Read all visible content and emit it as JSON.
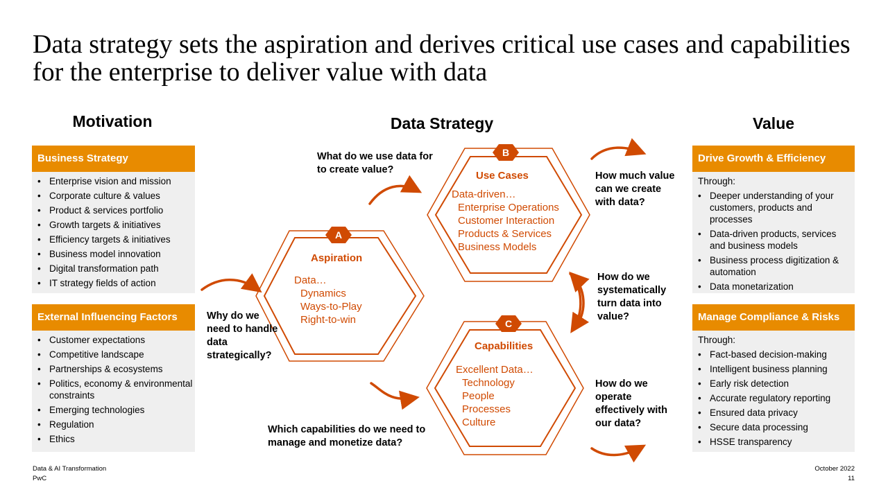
{
  "title": "Data strategy sets the aspiration and derives critical use cases and capabilities for the enterprise to deliver value with data",
  "columns": {
    "motivation": "Motivation",
    "strategy": "Data Strategy",
    "value": "Value"
  },
  "colors": {
    "accent": "#E88B00",
    "hex": "#D04A02",
    "box_bg": "#EFEFEF"
  },
  "business_strategy": {
    "header": "Business Strategy",
    "items": [
      "Enterprise vision and mission",
      "Corporate culture & values",
      "Product & services portfolio",
      "Growth targets & initiatives",
      "Efficiency targets & initiatives",
      "Business model innovation",
      "Digital transformation path",
      "IT strategy fields of action"
    ]
  },
  "external_factors": {
    "header": "External Influencing Factors",
    "items": [
      "Customer expectations",
      "Competitive landscape",
      "Partnerships & ecosystems",
      "Politics, economy & environmental constraints",
      "Emerging technologies",
      "Regulation",
      "Ethics"
    ]
  },
  "drive_growth": {
    "header": "Drive Growth & Efficiency",
    "through": "Through:",
    "items": [
      "Deeper understanding of your customers, products and processes",
      "Data-driven products, services and business models",
      "Business process digitization & automation",
      "Data monetarization"
    ]
  },
  "compliance": {
    "header": "Manage Compliance & Risks",
    "through": "Through:",
    "items": [
      "Fact-based decision-making",
      "Intelligent business planning",
      "Early risk detection",
      "Accurate regulatory reporting",
      "Ensured data privacy",
      "Secure data processing",
      "HSSE  transparency"
    ]
  },
  "hexagons": {
    "a": {
      "badge": "A",
      "title": "Aspiration",
      "lead": "Data…",
      "lines": [
        "Dynamics",
        "Ways-to-Play",
        "Right-to-win"
      ]
    },
    "b": {
      "badge": "B",
      "title": "Use  Cases",
      "lead": "Data-driven…",
      "lines": [
        "Enterprise Operations",
        "Customer Interaction",
        "Products & Services",
        "Business Models"
      ]
    },
    "c": {
      "badge": "C",
      "title": "Capabilities",
      "lead": "Excellent Data…",
      "lines": [
        "Technology",
        "People",
        "Processes",
        "Culture"
      ]
    }
  },
  "questions": {
    "why": "Why do we need to handle data strategically?",
    "what": "What do we use data for to create value?",
    "which": "Which capabilities do we need to manage and monetize data?",
    "how_much": "How much value can we create with data?",
    "how_turn": "How do we systematically turn data into value?",
    "how_operate": "How do we operate effectively with our data?"
  },
  "footer": {
    "left1": "Data & AI Transformation",
    "left2": "PwC",
    "right1": "October 2022",
    "right2": "11"
  }
}
